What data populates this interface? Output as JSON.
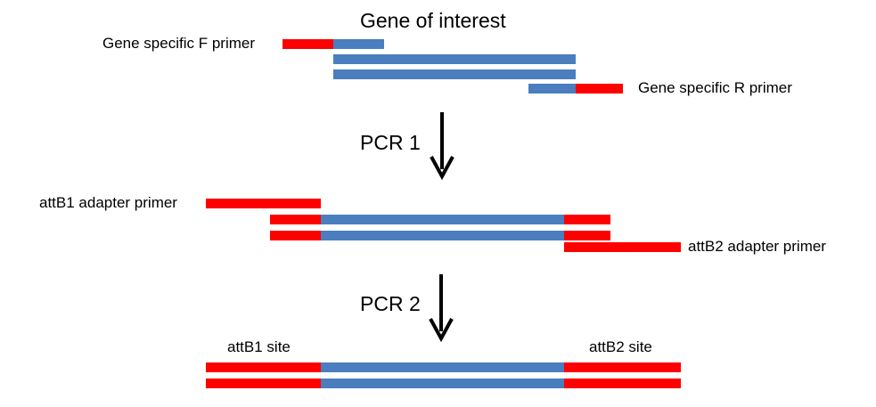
{
  "colors": {
    "primer_adapter": "#ff0000",
    "gene": "#4a7ebf",
    "arrow": "#000000"
  },
  "labels": {
    "title": "Gene of interest",
    "f_primer": "Gene specific F primer",
    "r_primer": "Gene specific R primer",
    "pcr1": "PCR 1",
    "attb1_primer": "attB1 adapter primer",
    "attb2_primer": "attB2 adapter primer",
    "pcr2": "PCR 2",
    "attb1_site": "attB1 site",
    "attb2_site": "attB2 site"
  },
  "icons": {
    "step_arrow": "arrow-down-icon"
  }
}
